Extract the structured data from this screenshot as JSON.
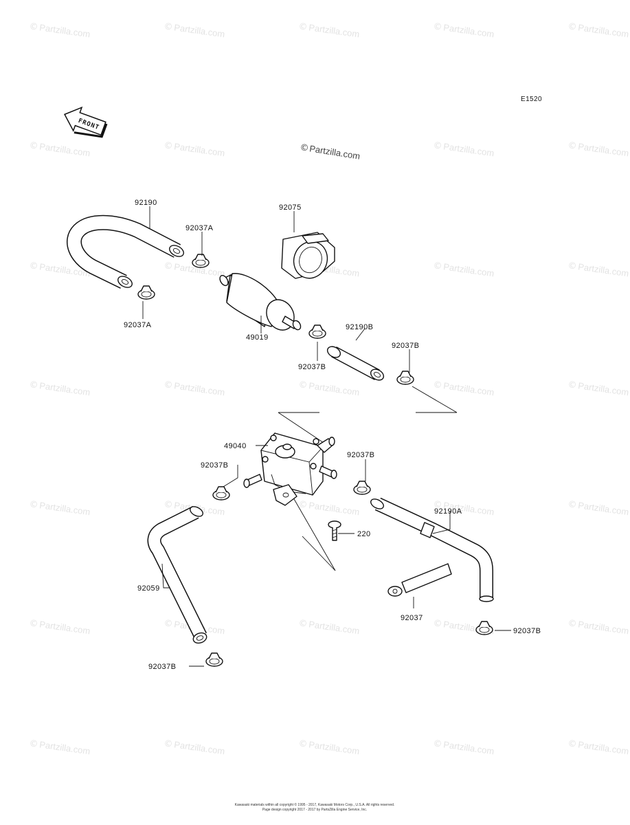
{
  "diagram_code": "E1520",
  "watermark": {
    "symbol": "©",
    "text": "Partzilla.com"
  },
  "front_arrow_label": "FRONT",
  "copyright_line_1": "Kawasaki materials within all copyright © 1995 - 2017, Kawasaki Motors Corp., U.S.A. All rights reserved.",
  "copyright_line_2": "Page design copyright 2017 - 2017 by PartsZilla Engine Service, Inc.",
  "callouts": {
    "p92190": "92190",
    "p92037A_top": "92037A",
    "p92075": "92075",
    "p92037A_left": "92037A",
    "p49019": "49019",
    "p92190B": "92190B",
    "p92037B_filter": "92037B",
    "p92037B_right": "92037B",
    "p49040": "49040",
    "p92037B_pumpL": "92037B",
    "p92037B_pumpR": "92037B",
    "p92190A": "92190A",
    "p220": "220",
    "p92059": "92059",
    "p92037": "92037",
    "p92037B_bottom": "92037B",
    "p92037B_lowright": "92037B"
  }
}
